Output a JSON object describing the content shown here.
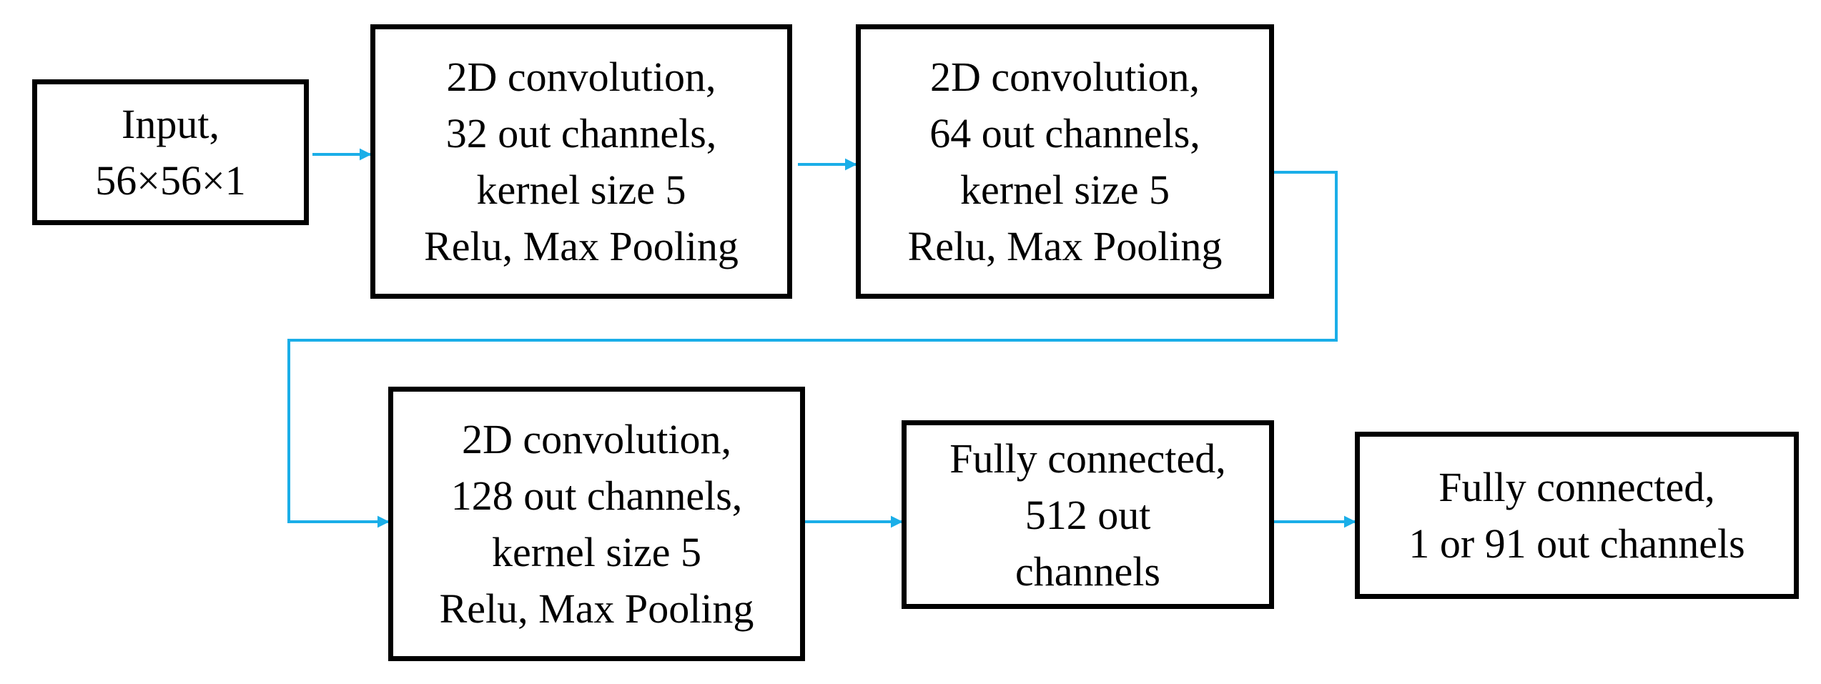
{
  "colors": {
    "box_border": "#000000",
    "arrow": "#1aaee8",
    "text": "#000000",
    "background": "#ffffff"
  },
  "nodes": {
    "input": {
      "lines": [
        "Input,",
        "56×56×1"
      ]
    },
    "conv1": {
      "lines": [
        "2D convolution,",
        "32 out channels,",
        "kernel size 5",
        "Relu, Max Pooling"
      ]
    },
    "conv2": {
      "lines": [
        "2D convolution,",
        "64 out channels,",
        "kernel size 5",
        "Relu, Max Pooling"
      ]
    },
    "conv3": {
      "lines": [
        "2D convolution,",
        "128 out channels,",
        "kernel size 5",
        "Relu, Max Pooling"
      ]
    },
    "fc1": {
      "lines": [
        "Fully connected,",
        "512 out",
        "channels"
      ]
    },
    "fc2": {
      "lines": [
        "Fully connected,",
        "1 or 91 out channels"
      ]
    }
  },
  "edges": [
    {
      "from": "input",
      "to": "conv1"
    },
    {
      "from": "conv1",
      "to": "conv2"
    },
    {
      "from": "conv2",
      "to": "conv3"
    },
    {
      "from": "conv3",
      "to": "fc1"
    },
    {
      "from": "fc1",
      "to": "fc2"
    }
  ]
}
